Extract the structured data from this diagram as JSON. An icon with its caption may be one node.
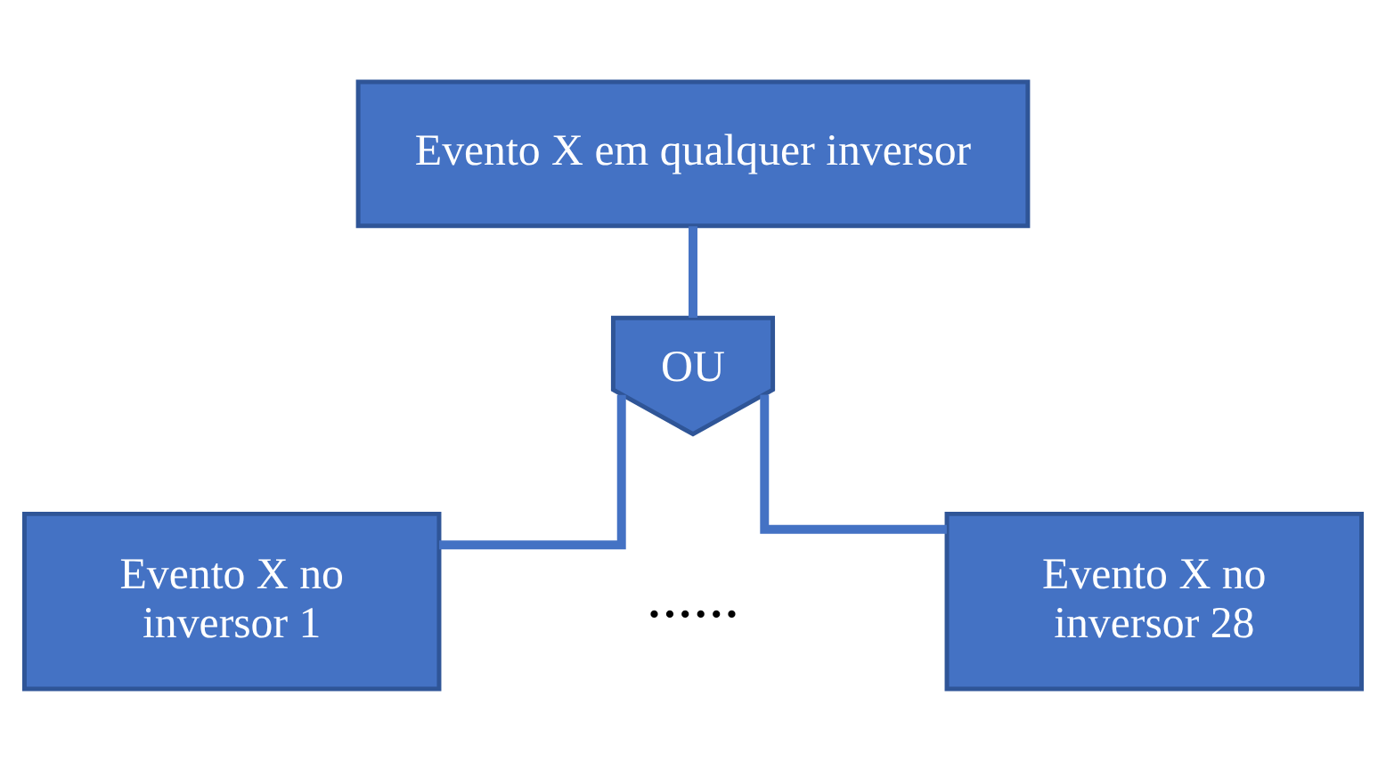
{
  "diagram": {
    "nodes": [
      {
        "text": [
          "Evento X em qualquer inversor"
        ]
      },
      {
        "text": [
          "OU"
        ]
      },
      {
        "text": [
          "Evento X no inversor 1"
        ]
      },
      {
        "text": [
          "Evento X no inversor 28"
        ]
      }
    ],
    "edges": [
      {
        "from": 0,
        "to": 1,
        "arrow": "none"
      },
      {
        "from": 1,
        "to": 2,
        "arrow": "none"
      },
      {
        "from": 1,
        "to": 3,
        "arrow": "none"
      }
    ],
    "labels": [
      "......"
    ]
  }
}
